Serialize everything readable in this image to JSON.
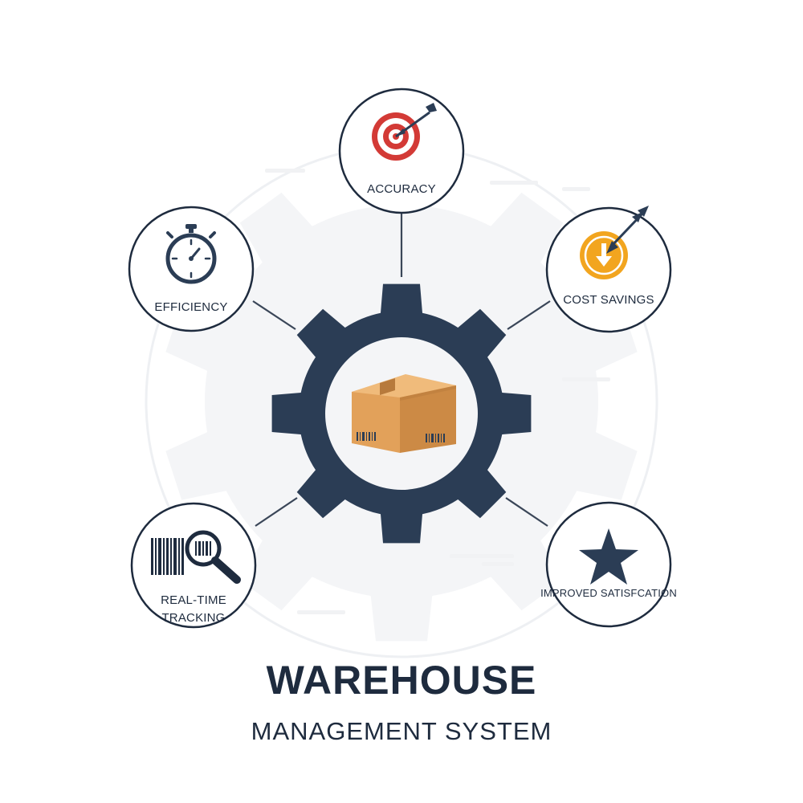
{
  "title": {
    "main": "WAREHOUSE",
    "sub": "MANAGEMENT SYSTEM"
  },
  "center": {
    "icon": "package-box-icon",
    "gear_icon": "gear-icon"
  },
  "nodes": [
    {
      "label": "ACCURACY",
      "icon": "target-arrow-icon"
    },
    {
      "label": "EFFICIENCY",
      "icon": "stopwatch-icon"
    },
    {
      "label": "COST SAVINGS",
      "icon": "coin-down-arrow-icon"
    },
    {
      "label_line1": "REAL-TIME",
      "label_line2": "TRACKING",
      "icon": "barcode-magnifier-icon"
    },
    {
      "label": "IMPROVED SATISFCATION",
      "icon": "star-icon"
    }
  ],
  "colors": {
    "navy": "#2b3d55",
    "box": "#e3a45d",
    "target_red": "#d33a36",
    "coin": "#f2a51f",
    "line": "#3a4658",
    "faint": "#eef0f3"
  }
}
